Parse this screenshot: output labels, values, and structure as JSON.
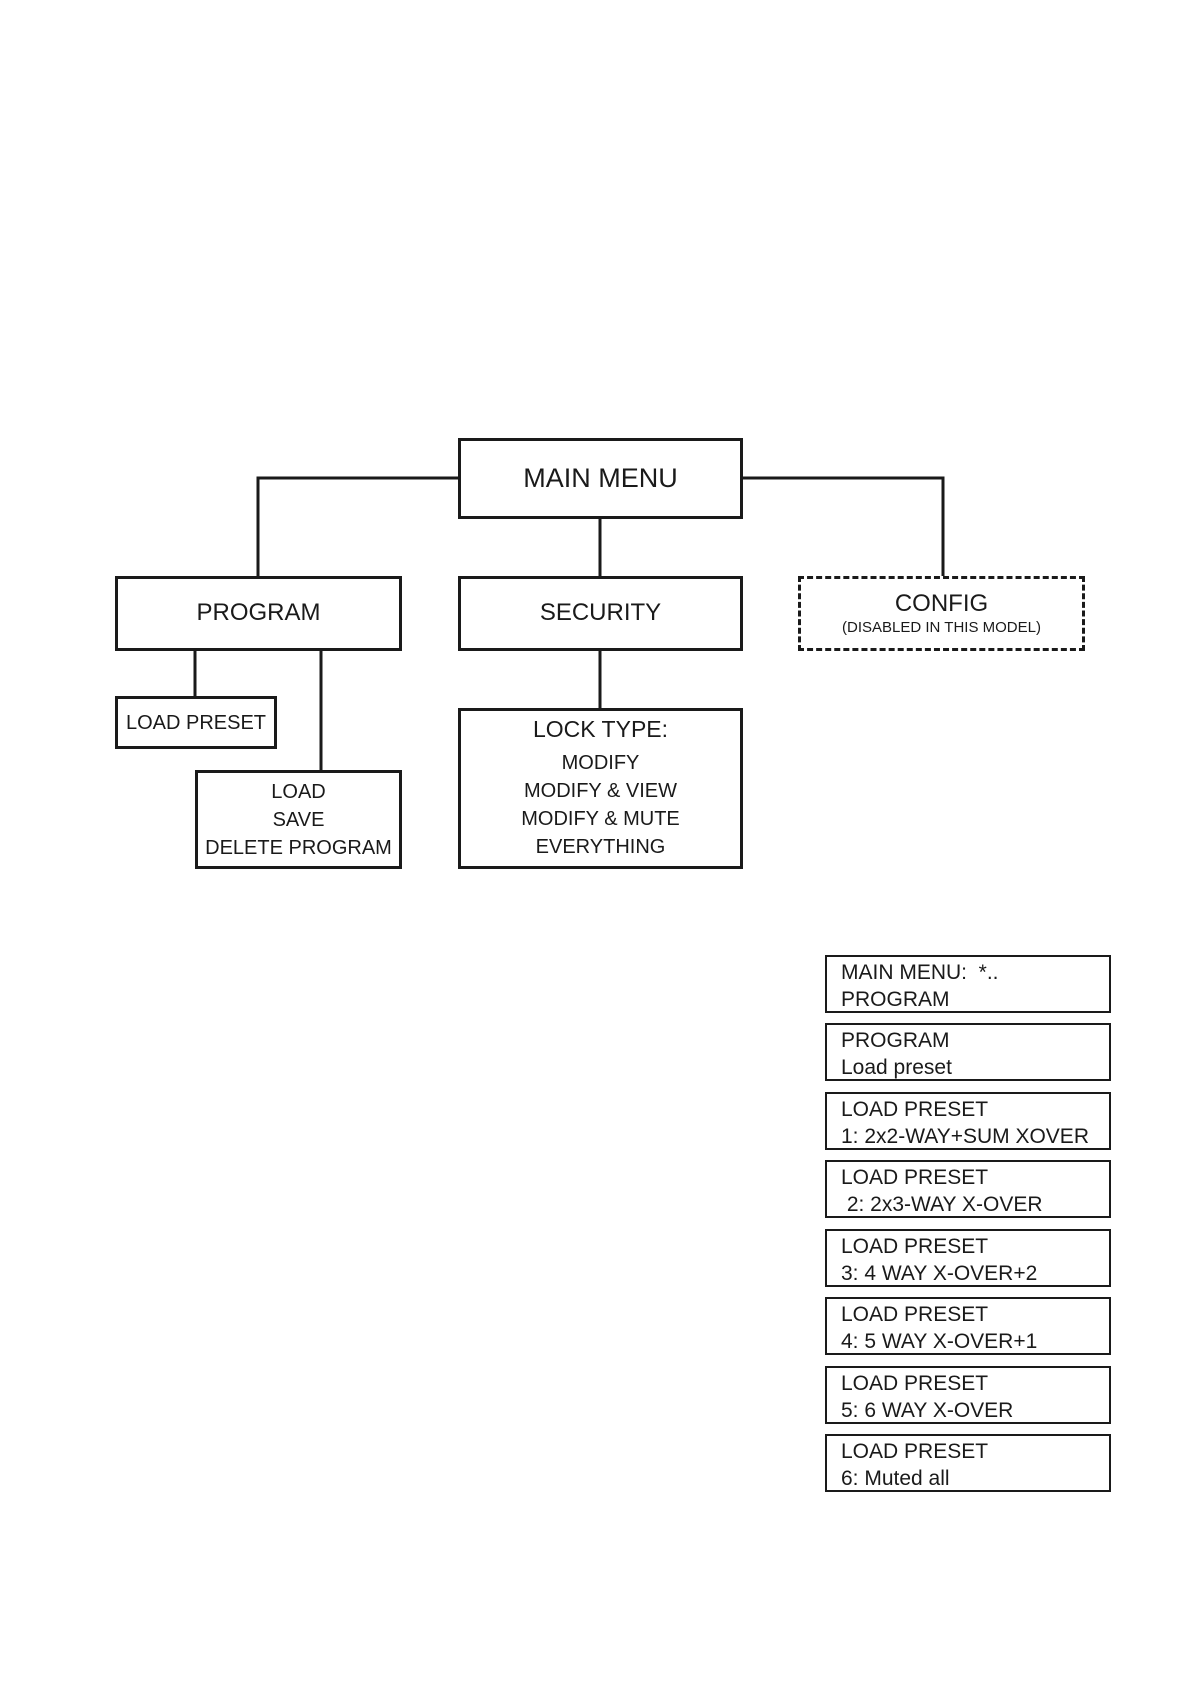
{
  "diagram": {
    "main_menu": "MAIN MENU",
    "program": "PROGRAM",
    "security": "SECURITY",
    "config": {
      "title": "CONFIG",
      "note": "(DISABLED IN THIS MODEL)"
    },
    "load_preset": "LOAD PRESET",
    "program_actions": [
      "LOAD",
      "SAVE",
      "DELETE PROGRAM"
    ],
    "lock_type": {
      "title": "LOCK TYPE:",
      "options": [
        "MODIFY",
        "MODIFY & VIEW",
        "MODIFY & MUTE",
        "EVERYTHING"
      ]
    }
  },
  "lcd_screens": [
    {
      "line1": "MAIN MENU:  *..",
      "line2": "PROGRAM"
    },
    {
      "line1": "PROGRAM",
      "line2": "Load preset"
    },
    {
      "line1": "LOAD PRESET",
      "line2": "1: 2x2-WAY+SUM XOVER"
    },
    {
      "line1": "LOAD PRESET",
      "line2": " 2: 2x3-WAY X-OVER"
    },
    {
      "line1": "LOAD PRESET",
      "line2": "3: 4 WAY X-OVER+2"
    },
    {
      "line1": "LOAD PRESET",
      "line2": "4: 5 WAY X-OVER+1"
    },
    {
      "line1": "LOAD PRESET",
      "line2": "5: 6 WAY X-OVER"
    },
    {
      "line1": "LOAD PRESET",
      "line2": "6: Muted all"
    }
  ]
}
